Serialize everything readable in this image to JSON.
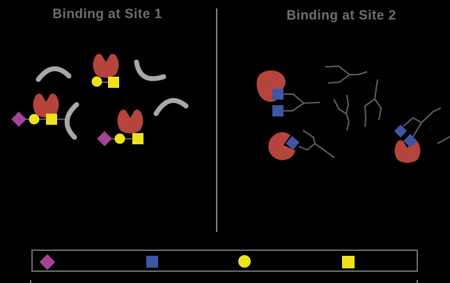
{
  "diagram": {
    "background": "#000000",
    "title_color": "#6D6E71",
    "panels": [
      {
        "title": "Binding at Site 1"
      },
      {
        "title": "Binding at Site 2"
      }
    ],
    "divider_color": "#808285"
  },
  "colors": {
    "receptor_red": "#B5453C",
    "glycan_yellow": "#EDE21B",
    "glycan_blue": "#3E56A5",
    "glycan_purple": "#A54399",
    "arc_gray": "#A7A9AC",
    "chain_line_gray": "#58595B",
    "branch_line_gray": "#5E5F61",
    "legend_border": "#6D6E71"
  },
  "legend": {
    "symbols": [
      {
        "name": "purple-diamond",
        "shape": "diamond",
        "color": "#A54399"
      },
      {
        "name": "blue-square",
        "shape": "square",
        "color": "#3E56A5"
      },
      {
        "name": "yellow-circle",
        "shape": "circle",
        "color": "#EDE21B"
      },
      {
        "name": "yellow-square",
        "shape": "square",
        "color": "#EDE21B"
      }
    ]
  }
}
